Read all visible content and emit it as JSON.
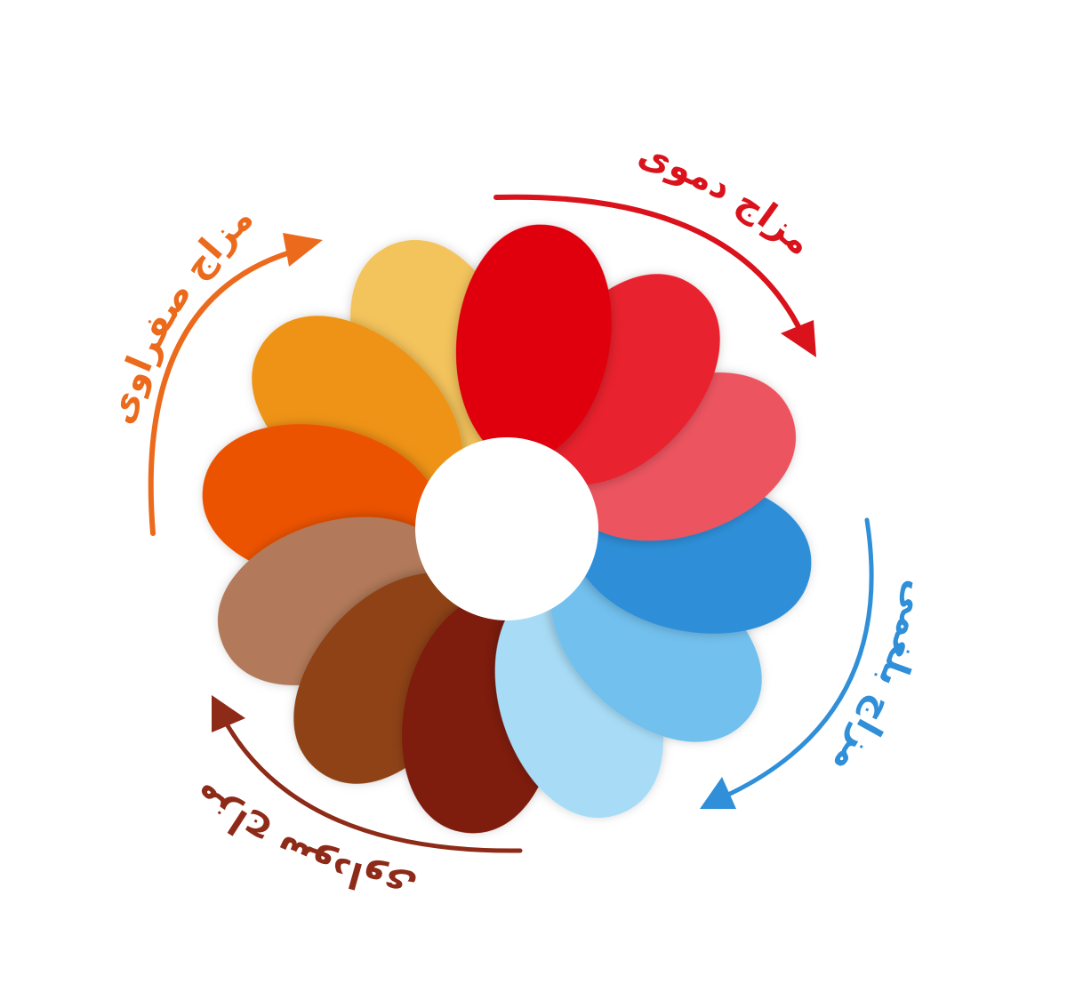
{
  "temperaments": [
    {
      "id": "damawi",
      "label": "مزاج دموی",
      "color": "#d9121b"
    },
    {
      "id": "balghami",
      "label": "مزاج بلغمی",
      "color": "#2f8fd8"
    },
    {
      "id": "sawdawi",
      "label": "مزاج سوداوی",
      "color": "#8e2a18"
    },
    {
      "id": "safrawi",
      "label": "مزاج صفراوی",
      "color": "#ec6a1c"
    }
  ],
  "petals": [
    {
      "group": "damawi",
      "color": "#e0000b"
    },
    {
      "group": "damawi",
      "color": "#e8232e"
    },
    {
      "group": "damawi",
      "color": "#ec5560"
    },
    {
      "group": "balghami",
      "color": "#2f8fd8"
    },
    {
      "group": "balghami",
      "color": "#72c0ee"
    },
    {
      "group": "balghami",
      "color": "#a8dcf6"
    },
    {
      "group": "sawdawi",
      "color": "#7e1a0c"
    },
    {
      "group": "sawdawi",
      "color": "#8e4216"
    },
    {
      "group": "sawdawi",
      "color": "#b27a5a"
    },
    {
      "group": "safrawi",
      "color": "#ec5200"
    },
    {
      "group": "safrawi",
      "color": "#ef9312"
    },
    {
      "group": "safrawi",
      "color": "#f3c35c"
    }
  ]
}
